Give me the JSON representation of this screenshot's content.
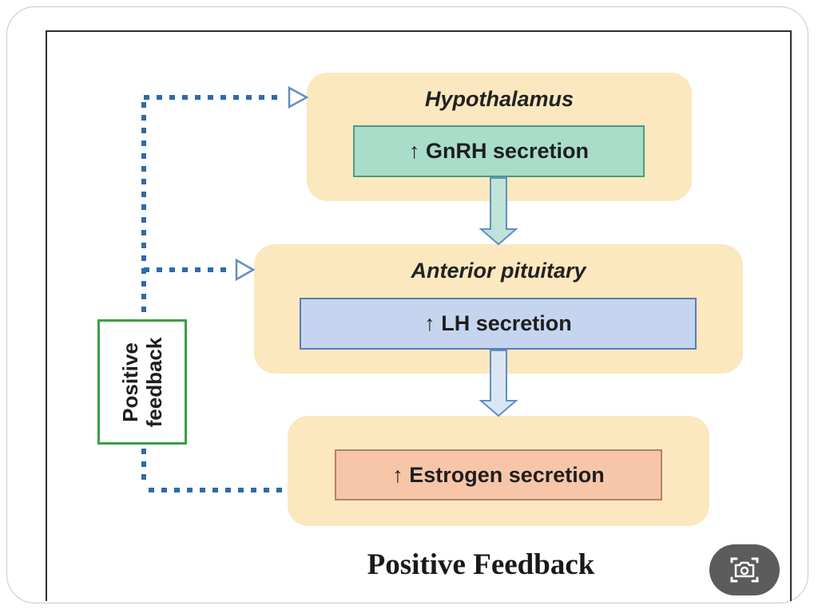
{
  "diagram": {
    "hypothalamus": {
      "title": "Hypothalamus",
      "box_label": "↑ GnRH secretion"
    },
    "anterior_pituitary": {
      "title": "Anterior pituitary",
      "box_label": "↑ LH secretion"
    },
    "ovary": {
      "box_label": "↑ Estrogen secretion"
    },
    "feedback_label": "Positive\nfeedback",
    "caption": "Positive Feedback"
  },
  "colors": {
    "panel_bg": "#fbe8be",
    "gnrh_box": "#a9ddc9",
    "lh_box": "#c6d5ef",
    "estrogen_box": "#f7c6a8",
    "feedback_border": "#3aa046",
    "dotted_line": "#2f6aa8",
    "down_arrow_fill": "#bfe3d6"
  },
  "icons": {
    "lens": "camera-search-icon"
  }
}
